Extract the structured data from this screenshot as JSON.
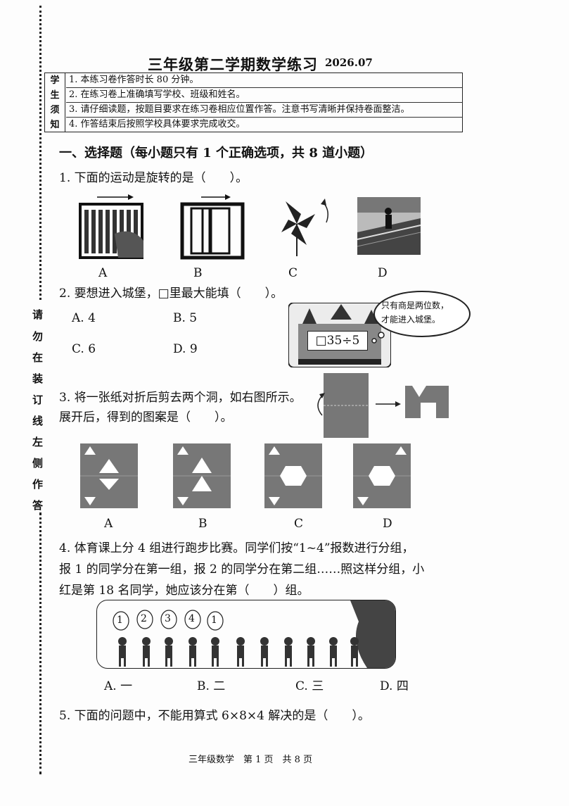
{
  "header": {
    "title": "三年级第二学期数学练习",
    "date": "2026.07"
  },
  "binding_note": [
    "请",
    "勿",
    "在",
    "装",
    "订",
    "线",
    "左",
    "侧",
    "作",
    "答"
  ],
  "notice": {
    "side_label": [
      "学",
      "生",
      "须",
      "知"
    ],
    "items": [
      "1. 本练习卷作答时长 80 分钟。",
      "2. 在练习卷上准确填写学校、班级和姓名。",
      "3. 请仔细读题，按题目要求在练习卷相应位置作答。注意书写清晰并保持卷面整洁。",
      "4. 作答结束后按照学校具体要求完成收交。"
    ]
  },
  "section1": {
    "heading": "一、选择题（每小题只有 1 个正确选项，共 8 道小题）"
  },
  "q1": {
    "text": "1. 下面的运动是旋转的是（　　）。",
    "labels": [
      "A",
      "B",
      "C",
      "D"
    ]
  },
  "q2": {
    "text": "2. 要想进入城堡，□里最大能填（　　）。",
    "options": [
      "A. 4",
      "B. 5",
      "C. 6",
      "D. 9"
    ],
    "bubble": [
      "只有商是两位数，",
      "才能进入城堡。"
    ],
    "sign": "□35÷5"
  },
  "q3": {
    "text_line1": "3. 将一张纸对折后剪去两个洞，如右图所示。",
    "text_line2": "展开后，得到的图案是（　　）。",
    "labels": [
      "A",
      "B",
      "C",
      "D"
    ]
  },
  "q4": {
    "lines": [
      "4. 体育课上分 4 组进行跑步比赛。同学们按“1~4”报数进行分组，",
      "报 1 的同学分在第一组，报 2 的同学分在第二组……照这样分组，小",
      "红是第 18 名同学，她应该分在第（　　）组。"
    ],
    "bubbles": [
      "1",
      "2",
      "3",
      "4",
      "1"
    ],
    "options": [
      "A. 一",
      "B. 二",
      "C. 三",
      "D. 四"
    ]
  },
  "q5": {
    "text": "5. 下面的问题中，不能用算式 6×8×4 解决的是（　　）。"
  },
  "footer": {
    "text": "三年级数学　第 1 页　共 8 页"
  }
}
